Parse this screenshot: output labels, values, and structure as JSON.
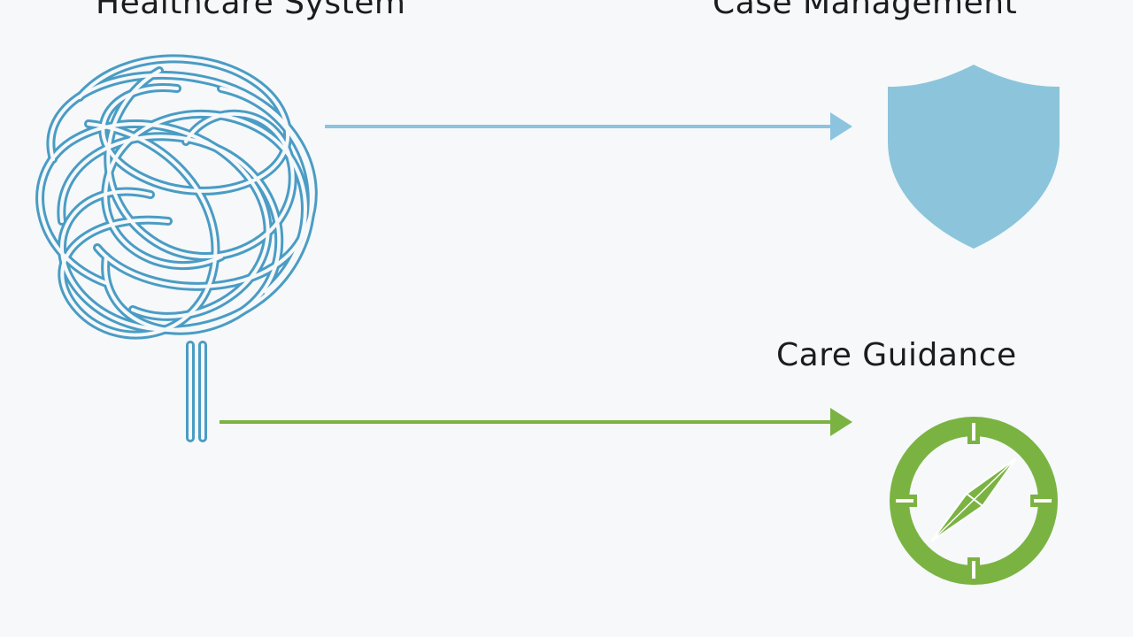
{
  "nodes": {
    "source": {
      "label": "Healthcare System",
      "icon": "tangled-yarn-icon"
    },
    "target_top": {
      "label": "Case Management",
      "icon": "shield-icon"
    },
    "target_bottom": {
      "label": "Care Guidance",
      "icon": "compass-icon"
    }
  },
  "colors": {
    "background": "#f6f8fa",
    "tangle": "#4a9cc4",
    "arrow_top": "#8cc4e0",
    "shield": "#8cc5db",
    "arrow_bottom": "#7ab342",
    "compass": "#7ab342",
    "text": "#1c1c1c"
  }
}
